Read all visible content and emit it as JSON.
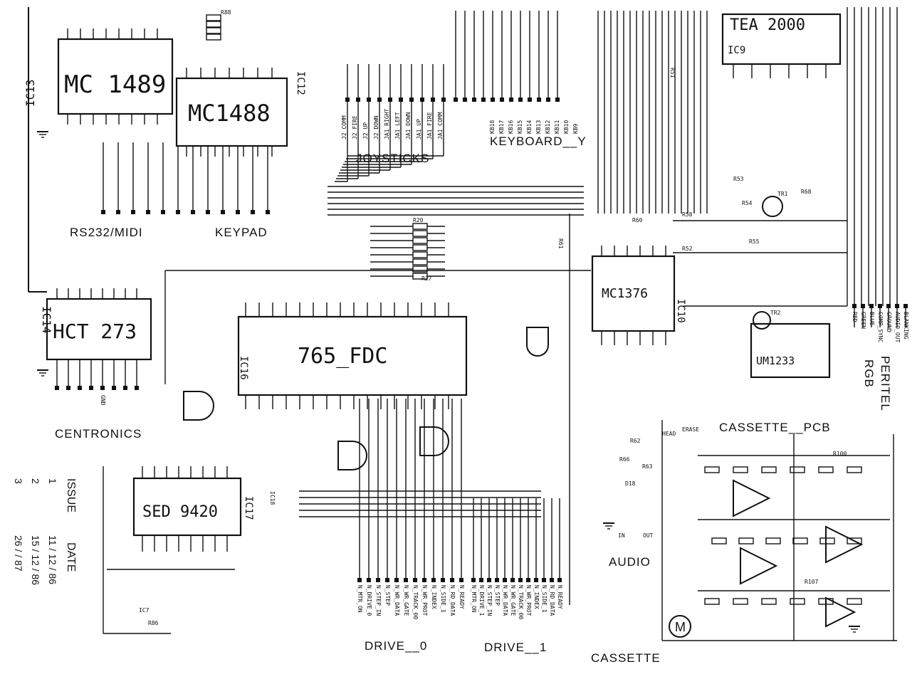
{
  "chips": {
    "mc1489": "MC 1489",
    "mc1488": "MC1488",
    "ic13": "IC13",
    "ic12": "IC12",
    "hct273": "HCT 273",
    "ic14": "IC14",
    "fdc": "765_FDC",
    "ic16": "IC16",
    "sed9420": "SED 9420",
    "ic17": "IC17",
    "mc1376": "MC1376",
    "ic10": "IC10",
    "tea2000": "TEA 2000",
    "ic9": "IC9",
    "um1233": "UM1233"
  },
  "sections": {
    "rs232": "RS232/MIDI",
    "keypad": "KEYPAD",
    "joysticks": "JOYSTICKS",
    "keyboard": "KEYBOARD__Y",
    "centronics": "CENTRONICS",
    "drive0": "DRIVE__0",
    "drive1": "DRIVE__1",
    "cassette": "CASSETTE",
    "audio": "AUDIO",
    "cassette_pcb": "CASSETTE__PCB",
    "peritel": "PERITEL",
    "rgb": "RGB"
  },
  "issue": {
    "header_issue": "ISSUE",
    "header_date": "DATE",
    "rows": [
      {
        "num": "1",
        "date": "11 / 12 / 86"
      },
      {
        "num": "2",
        "date": "15 / 12 / 86"
      },
      {
        "num": "3",
        "date": "26 / / 87"
      }
    ]
  },
  "components": {
    "r20": "R20",
    "r27": "R27",
    "r51": "R51",
    "r52": "R52",
    "r53": "R53",
    "r54": "R54",
    "r55": "R55",
    "r58": "R58",
    "r60": "R60",
    "r61": "R61",
    "r62": "R62",
    "r63": "R63",
    "r66": "R66",
    "r68": "R68",
    "r86": "R86",
    "r88": "R88",
    "r100": "R100",
    "r107": "R107",
    "d18": "D18",
    "tr1": "TR1",
    "tr2": "TR2",
    "head": "HEAD",
    "erase": "ERASE",
    "motor": "M",
    "in_label": "IN",
    "out_label": "OUT",
    "ic18": "IC18",
    "ic7": "IC7",
    "gnd": "GND"
  },
  "keyboard_pins": [
    "KB18",
    "KB17",
    "KB16",
    "KB15",
    "KB14",
    "KB13",
    "KB12",
    "KB11",
    "KB10",
    "KB9"
  ],
  "joystick_pins": [
    "J2_COMM",
    "J2_FIRE",
    "J2_UP",
    "J2_DOWN",
    "JA1_RIGHT",
    "JA1_LEFT",
    "JA1_DOWN",
    "JA1_UP",
    "JA1_FIRE",
    "JA1_COMM"
  ],
  "drive0_pins": [
    "N_MTR_ON",
    "N_DRIVE_0",
    "N_STEP_IN",
    "N_STEP",
    "N_WR_DATA",
    "N_WR_GATE",
    "N_TRACK_00",
    "N_WR_PROT",
    "N_INDEX",
    "N_SIDE_1",
    "N_RD_DATA",
    "N_READY"
  ],
  "drive1_pins": [
    "N_MTR_ON",
    "N_DRIVE_1",
    "N_STEP_IN",
    "N_STEP",
    "N_WR_DATA",
    "N_WR_GATE",
    "N_TRACK_00",
    "N_WR_PROT",
    "N_INDEX",
    "N_SIDE_1",
    "N_RD_DATA",
    "N_READY"
  ],
  "peritel_pins": [
    "RED",
    "GREEN",
    "BLUE",
    "COMP_SYNC",
    "GROUND",
    "AUDIO_OUT",
    "BLANKING"
  ]
}
